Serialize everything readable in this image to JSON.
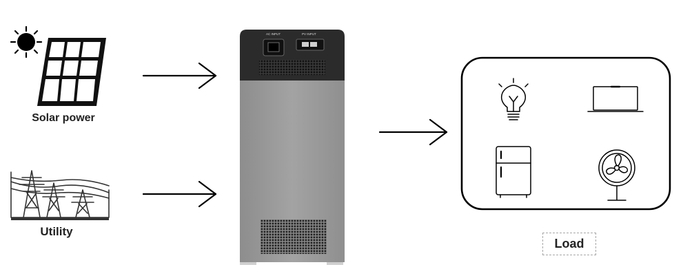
{
  "labels": {
    "solar": "Solar power",
    "utility": "Utility",
    "load": "Load"
  },
  "device": {
    "ac_input": "AC INPUT",
    "pv_input": "PV INPUT"
  },
  "icons": {
    "sun": "sun-icon",
    "solar_panel": "solar-panel-icon",
    "utility_towers": "power-tower-icon",
    "light_bulb": "light-bulb-icon",
    "laptop": "laptop-icon",
    "refrigerator": "refrigerator-icon",
    "fan": "fan-icon"
  },
  "colors": {
    "device_top": "#2b2b2b",
    "device_body": "#9a9a9a",
    "stroke": "#000000"
  }
}
